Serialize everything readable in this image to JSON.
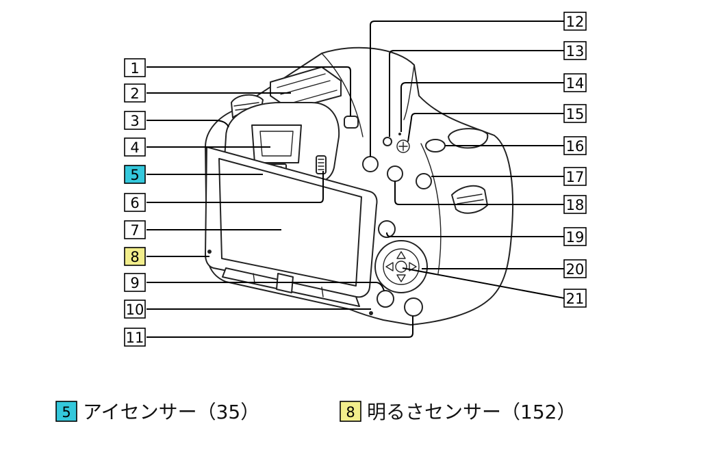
{
  "colors": {
    "highlight_cyan": "#34c8dc",
    "highlight_yellow": "#f2ee8c",
    "line": "#000000"
  },
  "callouts": [
    {
      "id": "1",
      "highlight": "none"
    },
    {
      "id": "2",
      "highlight": "none"
    },
    {
      "id": "3",
      "highlight": "none"
    },
    {
      "id": "4",
      "highlight": "none"
    },
    {
      "id": "5",
      "highlight": "cyan"
    },
    {
      "id": "6",
      "highlight": "none"
    },
    {
      "id": "7",
      "highlight": "none"
    },
    {
      "id": "8",
      "highlight": "yellow"
    },
    {
      "id": "9",
      "highlight": "none"
    },
    {
      "id": "10",
      "highlight": "none"
    },
    {
      "id": "11",
      "highlight": "none"
    },
    {
      "id": "12",
      "highlight": "none"
    },
    {
      "id": "13",
      "highlight": "none"
    },
    {
      "id": "14",
      "highlight": "none"
    },
    {
      "id": "15",
      "highlight": "none"
    },
    {
      "id": "16",
      "highlight": "none"
    },
    {
      "id": "17",
      "highlight": "none"
    },
    {
      "id": "18",
      "highlight": "none"
    },
    {
      "id": "19",
      "highlight": "none"
    },
    {
      "id": "20",
      "highlight": "none"
    },
    {
      "id": "21",
      "highlight": "none"
    }
  ],
  "legend": [
    {
      "id": "5",
      "highlight": "cyan",
      "text": "アイセンサー（35）"
    },
    {
      "id": "8",
      "highlight": "yellow",
      "text": "明るさセンサー（152）"
    }
  ]
}
